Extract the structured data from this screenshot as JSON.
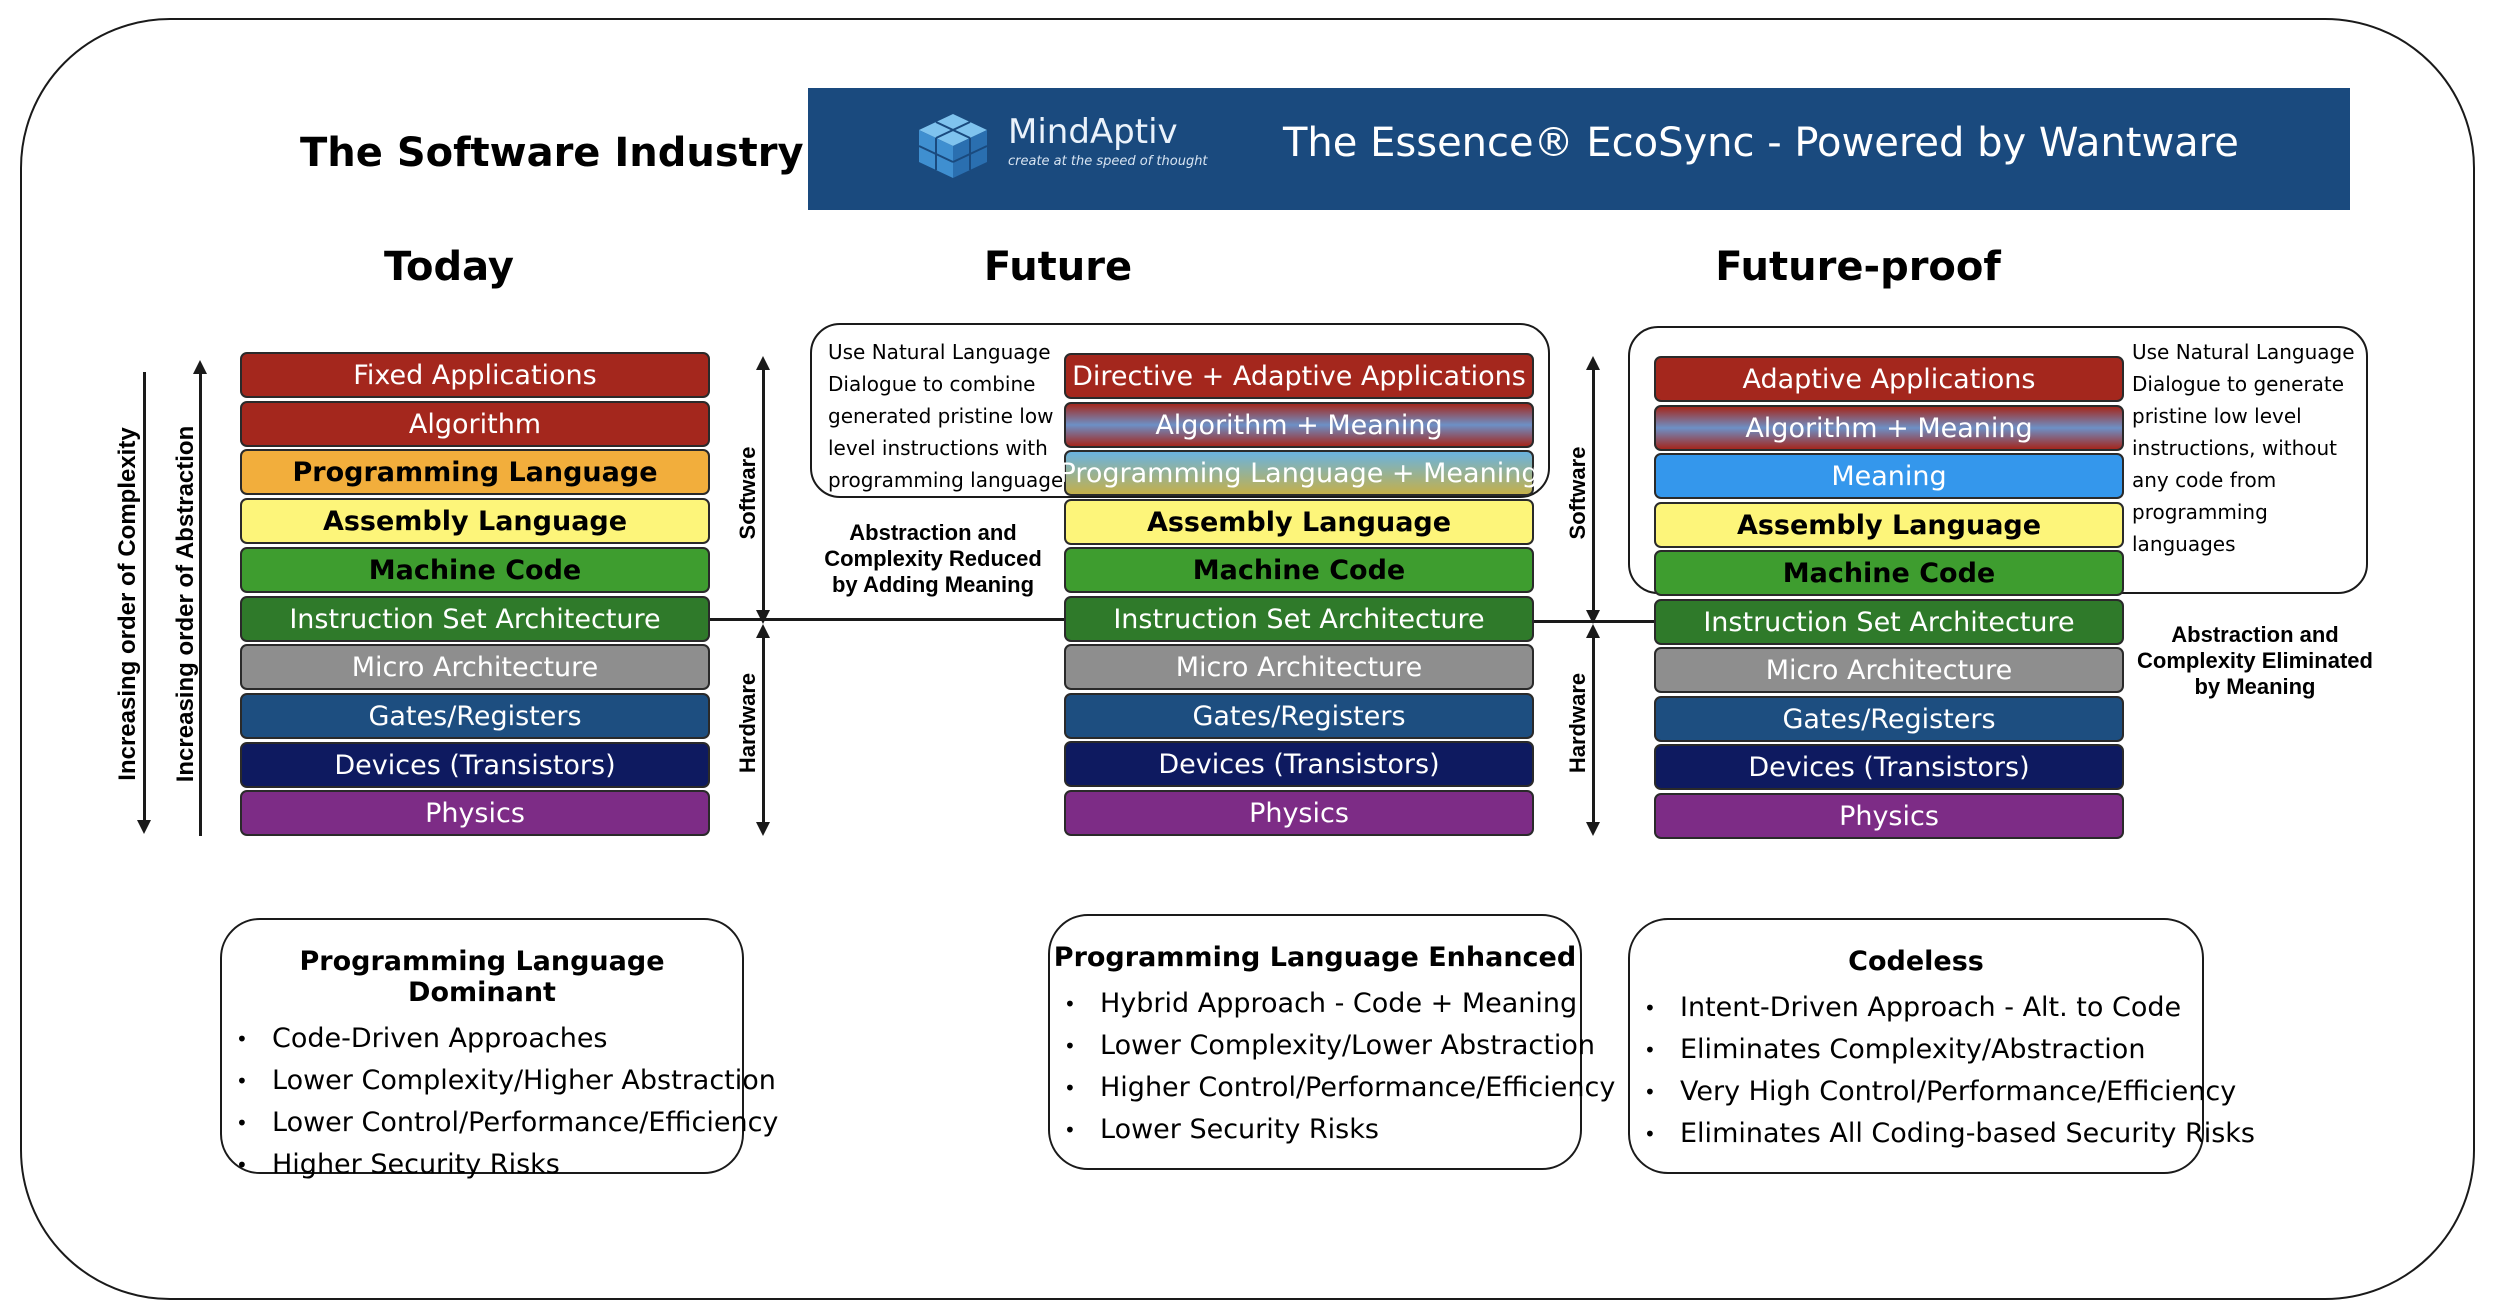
{
  "header": {
    "left_title": "The Software Industry",
    "brand_name": "MindAptiv",
    "brand_tagline": "create at the speed of thought",
    "banner_title": "The Essence® EcoSync - Powered by Wantware",
    "banner_color": "#1a4a7e"
  },
  "axes": {
    "complexity": "Increasing order of Complexity",
    "abstraction": "Increasing order of Abstraction",
    "software": "Software",
    "hardware": "Hardware"
  },
  "columns": [
    {
      "heading": "Today",
      "layers": [
        {
          "label": "Fixed Applications",
          "bg": "#a4271d",
          "fg": "#ffffff",
          "bold": false
        },
        {
          "label": "Algorithm",
          "bg": "#a4271d",
          "fg": "#ffffff",
          "bold": false
        },
        {
          "label": "Programming Language",
          "bg": "#f2ae3c",
          "fg": "#000000",
          "bold": true
        },
        {
          "label": "Assembly Language",
          "bg": "#fdf57a",
          "fg": "#000000",
          "bold": true
        },
        {
          "label": "Machine Code",
          "bg": "#3e9d2f",
          "fg": "#000000",
          "bold": true
        },
        {
          "label": "Instruction Set Architecture",
          "bg": "#2f7a2a",
          "fg": "#ffffff",
          "bold": false
        },
        {
          "label": "Micro Architecture",
          "bg": "#8e8e8e",
          "fg": "#ffffff",
          "bold": false
        },
        {
          "label": "Gates/Registers",
          "bg": "#1d4e80",
          "fg": "#ffffff",
          "bold": false
        },
        {
          "label": "Devices (Transistors)",
          "bg": "#0e1a60",
          "fg": "#ffffff",
          "bold": false
        },
        {
          "label": "Physics",
          "bg": "#7d2c86",
          "fg": "#ffffff",
          "bold": false
        }
      ],
      "summary": {
        "title": "Programming Language Dominant",
        "items": [
          "Code-Driven Approaches",
          "Lower Complexity/Higher Abstraction",
          "Lower Control/Performance/Efficiency",
          "Higher Security Risks"
        ]
      }
    },
    {
      "heading": "Future",
      "note": [
        "Use Natural Language",
        "Dialogue to combine",
        "generated pristine low",
        "level instructions with",
        "programming languages"
      ],
      "middle_label": [
        "Abstraction and",
        "Complexity Reduced",
        "by Adding Meaning"
      ],
      "layers": [
        {
          "label": "Directive + Adaptive Applications",
          "bg": "#a4271d",
          "fg": "#ffffff",
          "bold": false
        },
        {
          "label": "Algorithm + Meaning",
          "bg": "linear-gradient(#a4271d,#6d90c6,#a4271d)",
          "fg": "#ffffff",
          "bold": false
        },
        {
          "label": "Programming Language + Meaning",
          "bg": "linear-gradient(#6ab3e0,#c4b04a)",
          "fg": "#ffffff",
          "bold": false
        },
        {
          "label": "Assembly Language",
          "bg": "#fdf57a",
          "fg": "#000000",
          "bold": true
        },
        {
          "label": "Machine Code",
          "bg": "#3e9d2f",
          "fg": "#000000",
          "bold": true
        },
        {
          "label": "Instruction Set Architecture",
          "bg": "#2f7a2a",
          "fg": "#ffffff",
          "bold": false
        },
        {
          "label": "Micro Architecture",
          "bg": "#8e8e8e",
          "fg": "#ffffff",
          "bold": false
        },
        {
          "label": "Gates/Registers",
          "bg": "#1d4e80",
          "fg": "#ffffff",
          "bold": false
        },
        {
          "label": "Devices (Transistors)",
          "bg": "#0e1a60",
          "fg": "#ffffff",
          "bold": false
        },
        {
          "label": "Physics",
          "bg": "#7d2c86",
          "fg": "#ffffff",
          "bold": false
        }
      ],
      "summary": {
        "title": "Programming Language Enhanced",
        "items": [
          "Hybrid Approach - Code + Meaning",
          "Lower Complexity/Lower Abstraction",
          "Higher Control/Performance/Efficiency",
          "Lower Security Risks"
        ]
      }
    },
    {
      "heading": "Future-proof",
      "note": [
        "Use Natural Language",
        "Dialogue to generate",
        "pristine low level",
        "instructions, without",
        "any code from",
        "programming",
        "languages"
      ],
      "side_label": [
        "Abstraction and",
        "Complexity Eliminated",
        "by Meaning"
      ],
      "layers": [
        {
          "label": "Adaptive Applications",
          "bg": "#a4271d",
          "fg": "#ffffff",
          "bold": false
        },
        {
          "label": "Algorithm + Meaning",
          "bg": "linear-gradient(#a4271d,#6d90c6,#a4271d)",
          "fg": "#ffffff",
          "bold": false
        },
        {
          "label": "Meaning",
          "bg": "#3497ec",
          "fg": "#ffffff",
          "bold": false
        },
        {
          "label": "Assembly Language",
          "bg": "#fdf57a",
          "fg": "#000000",
          "bold": true
        },
        {
          "label": "Machine Code",
          "bg": "#3e9d2f",
          "fg": "#000000",
          "bold": true
        },
        {
          "label": "Instruction Set Architecture",
          "bg": "#2f7a2a",
          "fg": "#ffffff",
          "bold": false
        },
        {
          "label": "Micro Architecture",
          "bg": "#8e8e8e",
          "fg": "#ffffff",
          "bold": false
        },
        {
          "label": "Gates/Registers",
          "bg": "#1d4e80",
          "fg": "#ffffff",
          "bold": false
        },
        {
          "label": "Devices (Transistors)",
          "bg": "#0e1a60",
          "fg": "#ffffff",
          "bold": false
        },
        {
          "label": "Physics",
          "bg": "#7d2c86",
          "fg": "#ffffff",
          "bold": false
        }
      ],
      "summary": {
        "title": "Codeless",
        "items": [
          "Intent-Driven Approach - Alt. to Code",
          "Eliminates Complexity/Abstraction",
          "Very High Control/Performance/Efficiency",
          "Eliminates All Coding-based Security Risks"
        ]
      }
    }
  ],
  "bullet": "•"
}
